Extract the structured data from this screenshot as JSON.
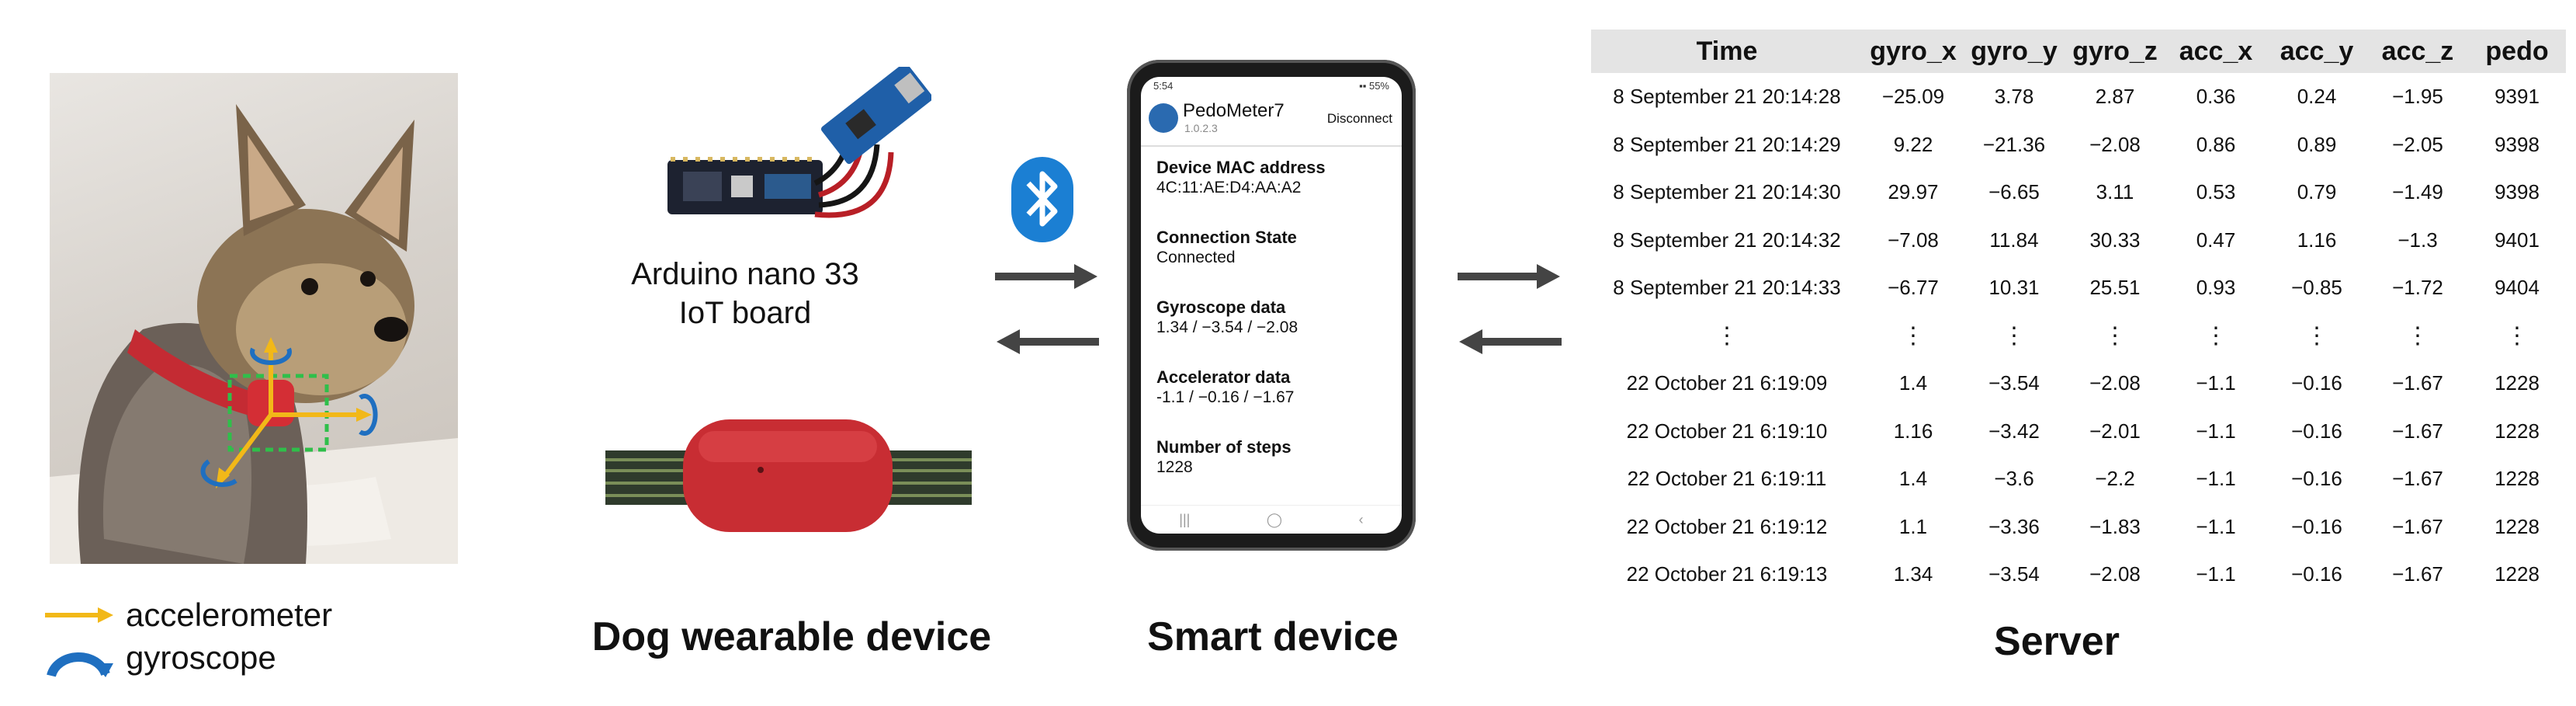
{
  "legend": {
    "accelerometer_label": "accelerometer",
    "gyroscope_label": "gyroscope",
    "accelerometer_color": "#f2b818",
    "gyroscope_color": "#1f6fc0"
  },
  "wearable": {
    "board_label_line1": "Arduino nano 33",
    "board_label_line2": "IoT board",
    "caption": "Dog wearable device"
  },
  "bluetooth": {
    "icon": "bluetooth-icon",
    "color": "#1b7fd3"
  },
  "smart_device": {
    "caption": "Smart device",
    "status_time": "5:54",
    "status_right": "▪▪ 55%",
    "app_name": "PedoMeter7",
    "app_version": "1.0.2.3",
    "disconnect_label": "Disconnect",
    "sections": [
      {
        "heading": "Device MAC address",
        "value": "4C:11:AE:D4:AA:A2"
      },
      {
        "heading": "Connection State",
        "value": "Connected"
      },
      {
        "heading": "Gyroscope data",
        "value": "1.34 / −3.54 / −2.08"
      },
      {
        "heading": "Accelerator data",
        "value": "-1.1 / −0.16 / −1.67"
      },
      {
        "heading": "Number of steps",
        "value": "1228"
      }
    ],
    "nav": [
      "|||",
      "◯",
      "‹"
    ]
  },
  "server": {
    "caption": "Server",
    "columns": [
      "Time",
      "gyro_x",
      "gyro_y",
      "gyro_z",
      "acc_x",
      "acc_y",
      "acc_z",
      "pedo"
    ],
    "rows": [
      [
        "8 September 21 20:14:28",
        "−25.09",
        "3.78",
        "2.87",
        "0.36",
        "0.24",
        "−1.95",
        "9391"
      ],
      [
        "8 September 21 20:14:29",
        "9.22",
        "−21.36",
        "−2.08",
        "0.86",
        "0.89",
        "−2.05",
        "9398"
      ],
      [
        "8 September 21 20:14:30",
        "29.97",
        "−6.65",
        "3.11",
        "0.53",
        "0.79",
        "−1.49",
        "9398"
      ],
      [
        "8 September 21 20:14:32",
        "−7.08",
        "11.84",
        "30.33",
        "0.47",
        "1.16",
        "−1.3",
        "9401"
      ],
      [
        "8 September 21 20:14:33",
        "−6.77",
        "10.31",
        "25.51",
        "0.93",
        "−0.85",
        "−1.72",
        "9404"
      ],
      [
        "⋮",
        "⋮",
        "⋮",
        "⋮",
        "⋮",
        "⋮",
        "⋮",
        "⋮"
      ],
      [
        "22 October 21 6:19:09",
        "1.4",
        "−3.54",
        "−2.08",
        "−1.1",
        "−0.16",
        "−1.67",
        "1228"
      ],
      [
        "22 October 21 6:19:10",
        "1.16",
        "−3.42",
        "−2.01",
        "−1.1",
        "−0.16",
        "−1.67",
        "1228"
      ],
      [
        "22 October 21 6:19:11",
        "1.4",
        "−3.6",
        "−2.2",
        "−1.1",
        "−0.16",
        "−1.67",
        "1228"
      ],
      [
        "22 October 21 6:19:12",
        "1.1",
        "−3.36",
        "−1.83",
        "−1.1",
        "−0.16",
        "−1.67",
        "1228"
      ],
      [
        "22 October 21 6:19:13",
        "1.34",
        "−3.54",
        "−2.08",
        "−1.1",
        "−0.16",
        "−1.67",
        "1228"
      ]
    ]
  }
}
